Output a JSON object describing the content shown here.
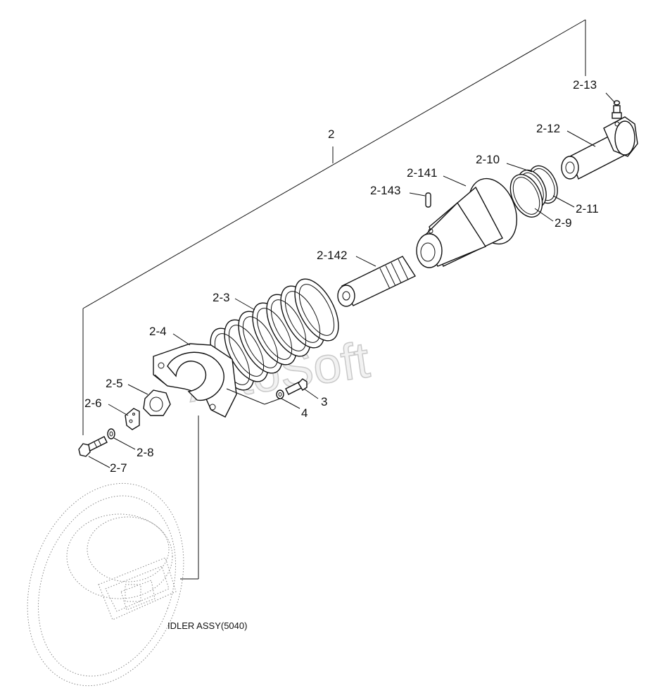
{
  "watermark": "ArtoSoft",
  "assembly_note": "IDLER ASSY(5040)",
  "callouts": {
    "c2": "2",
    "c2_13": "2-13",
    "c2_12": "2-12",
    "c2_10": "2-10",
    "c2_141": "2-141",
    "c2_143": "2-143",
    "c2_11": "2-11",
    "c2_9": "2-9",
    "c2_142": "2-142",
    "c2_3": "2-3",
    "c2_4": "2-4",
    "c2_5": "2-5",
    "c2_6": "2-6",
    "c2_8": "2-8",
    "c2_7": "2-7",
    "c3": "3",
    "c4": "4"
  }
}
